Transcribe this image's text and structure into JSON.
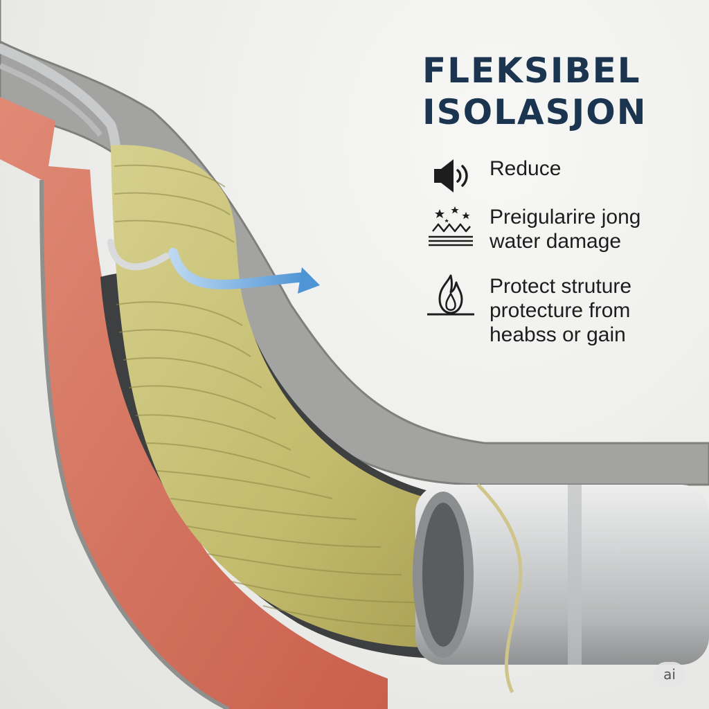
{
  "title": {
    "line1": "FLEKSIBEL",
    "line2": "ISOLASJON"
  },
  "benefits": [
    {
      "icon": "speaker-icon",
      "lines": [
        "Reduce"
      ]
    },
    {
      "icon": "water-stars-icon",
      "lines": [
        "Preigularire jong",
        "water damage"
      ]
    },
    {
      "icon": "flame-icon",
      "lines": [
        "Protect struture",
        "protecture from",
        "heabss or gain"
      ]
    }
  ],
  "badge": "ai",
  "colors": {
    "title": "#1b3450",
    "text": "#1d1d1d",
    "insulation": "#c9c27a",
    "pipe": "#c9cbcc",
    "brick": "#d9705c",
    "concrete": "#9a9a98",
    "arrow": "#5e9fd8"
  }
}
